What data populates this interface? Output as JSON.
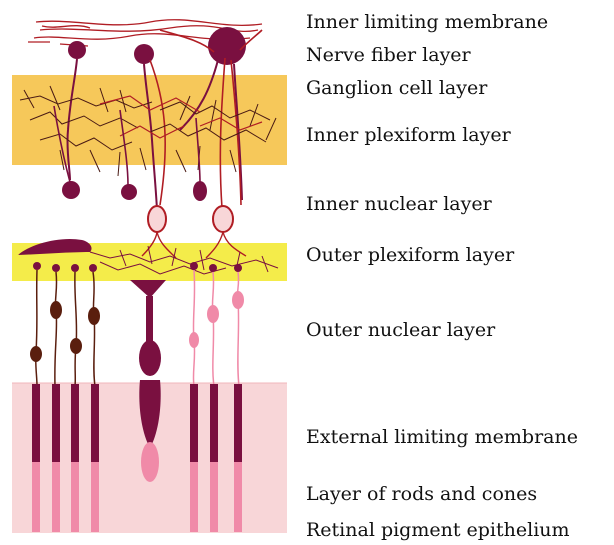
{
  "labels": [
    {
      "key": "inner_limiting_membrane",
      "text": "Inner limiting membrane"
    },
    {
      "key": "nerve_fiber_layer",
      "text": "Nerve fiber layer"
    },
    {
      "key": "ganglion_cell_layer",
      "text": "Ganglion cell layer"
    },
    {
      "key": "inner_plexiform_layer",
      "text": "Inner plexiform layer"
    },
    {
      "key": "inner_nuclear_layer",
      "text": "Inner nuclear layer"
    },
    {
      "key": "outer_plexiform_layer",
      "text": "Outer plexiform layer"
    },
    {
      "key": "outer_nuclear_layer",
      "text": "Outer nuclear layer"
    },
    {
      "key": "external_limiting_membrane",
      "text": "External limiting membrane"
    },
    {
      "key": "layer_of_rods_and_cones",
      "text": "Layer of rods and cones"
    },
    {
      "key": "retinal_pigment_epithelium",
      "text": "Retinal pigment epithelium"
    }
  ],
  "colors": {
    "inner_plexiform_band": "#f6c85a",
    "outer_plexiform_band": "#f4ec4a",
    "photoreceptor_zone": "#f8d6d8",
    "axon_red": "#b01d24",
    "cell_maroon": "#7a1040",
    "rod_nucleus_brown": "#5a1e0e",
    "cone_pink": "#f08aa8",
    "dendrite_brown": "#4a1a14"
  }
}
